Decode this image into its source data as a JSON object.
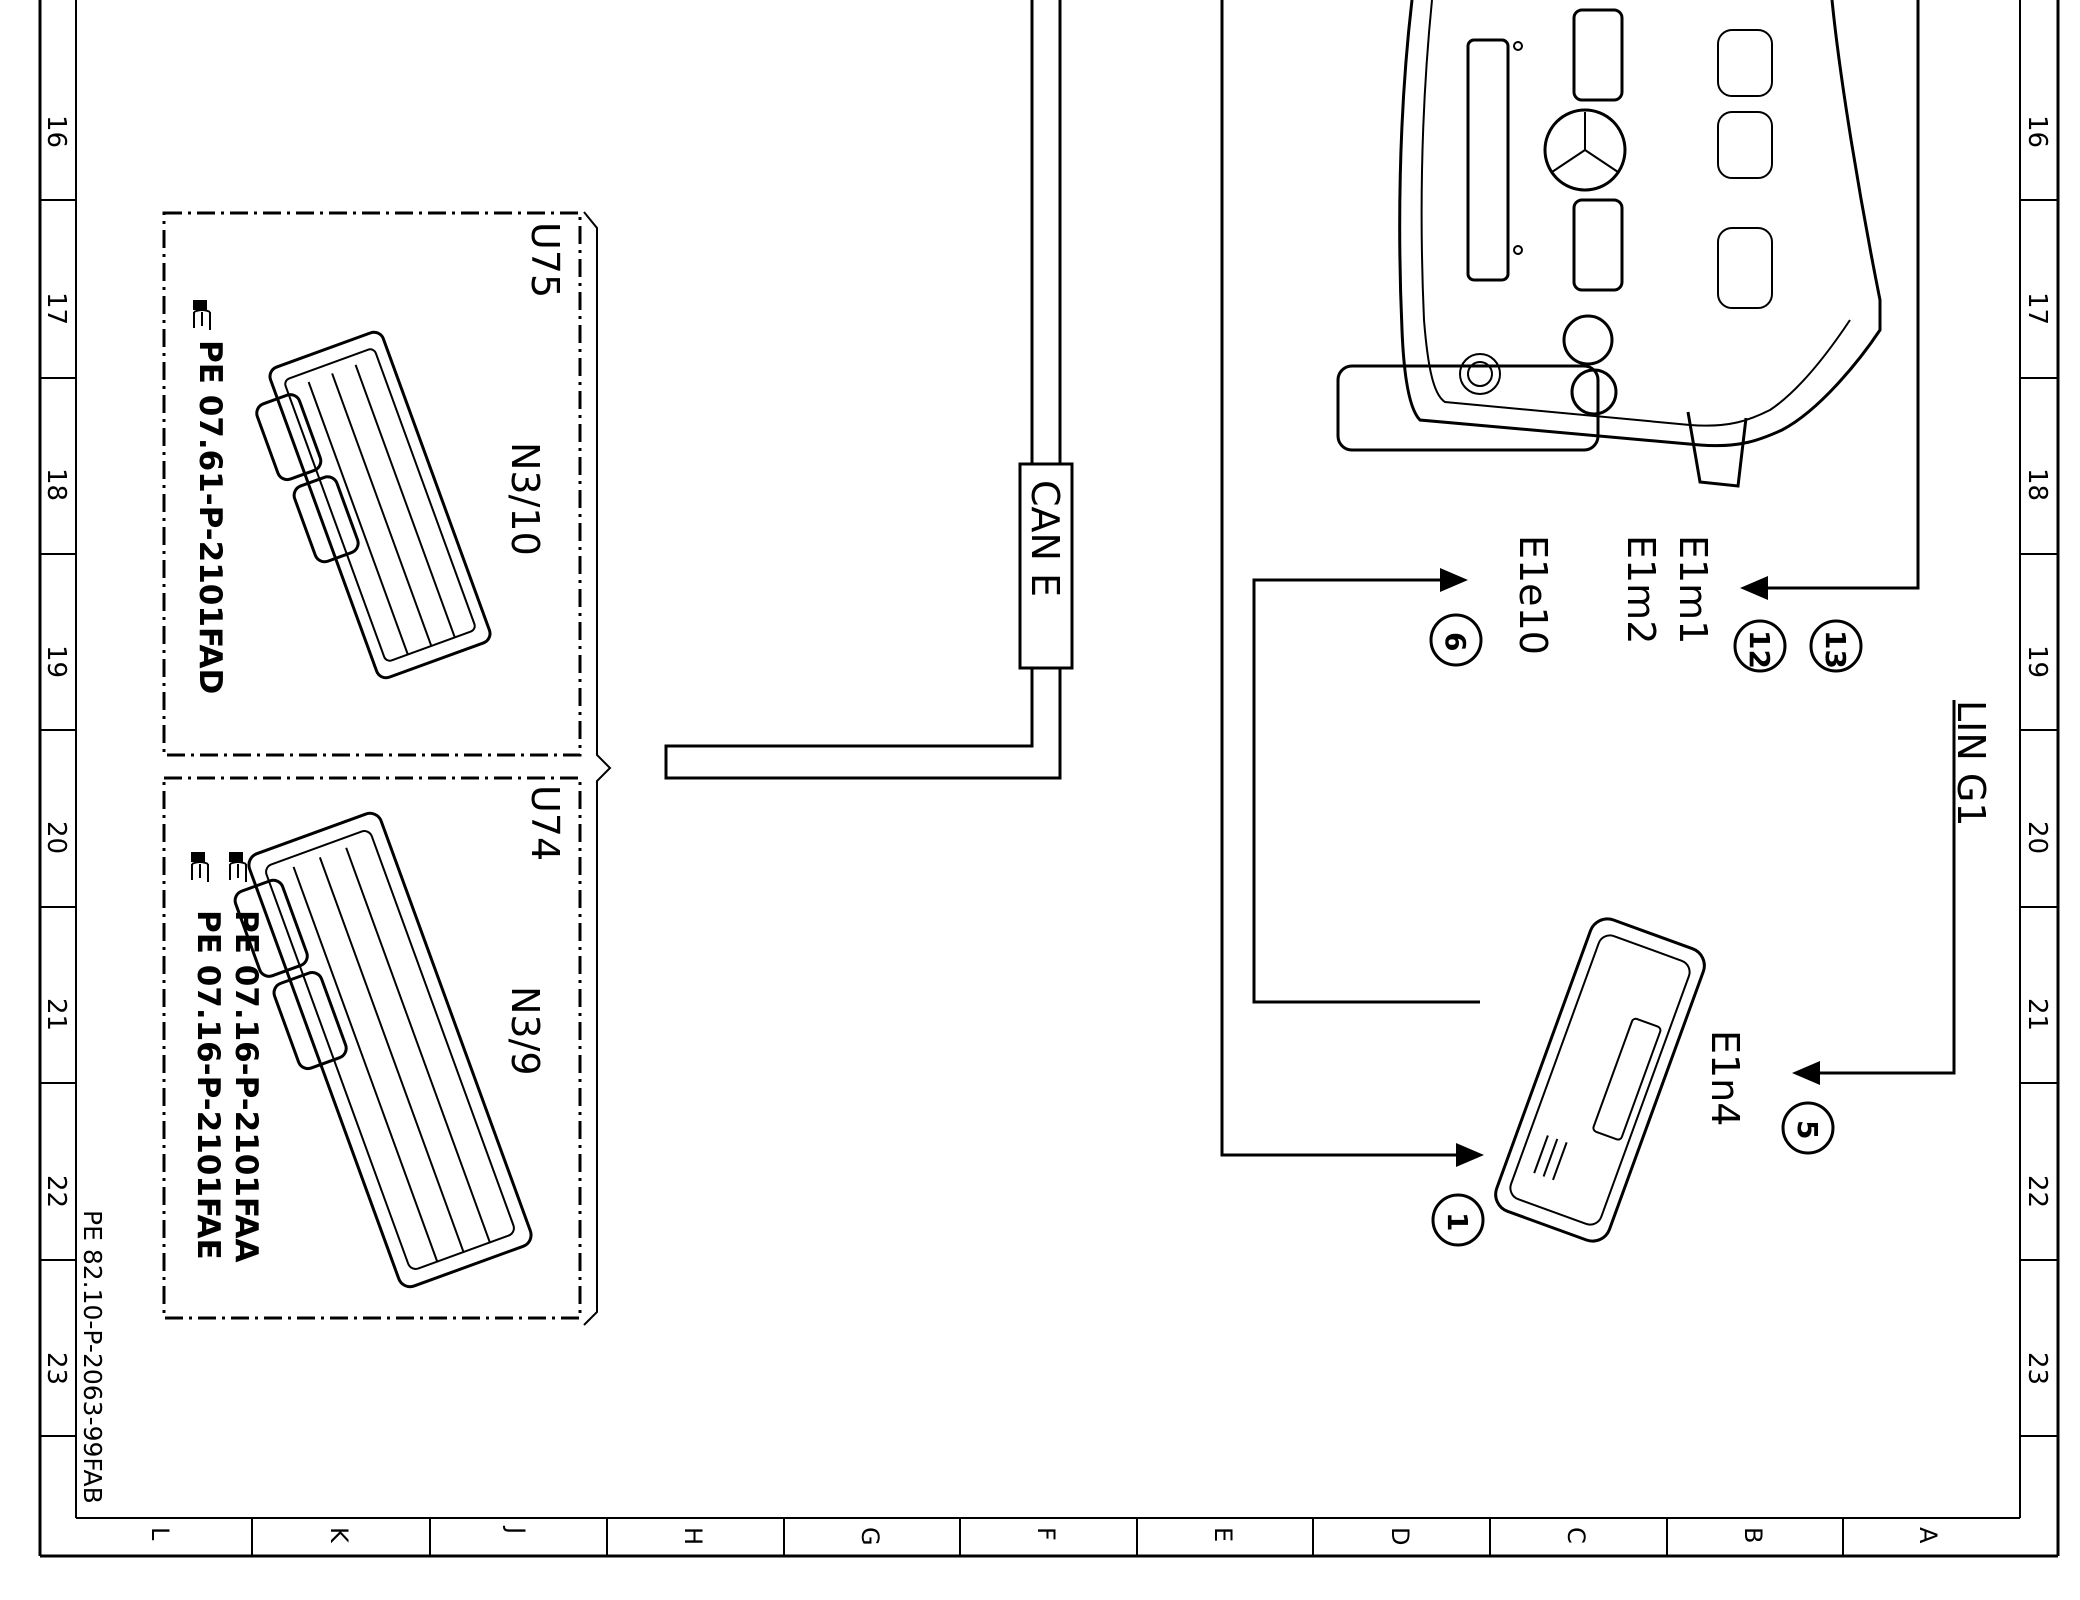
{
  "rulers": {
    "row_numbers": [
      "16",
      "17",
      "18",
      "19",
      "20",
      "21",
      "22",
      "23"
    ],
    "column_letters": [
      "L",
      "K",
      "J",
      "H",
      "G",
      "F",
      "E",
      "D",
      "C",
      "B",
      "A"
    ]
  },
  "modules": {
    "u75": {
      "code": "U75",
      "component": "N3/10",
      "refs": [
        "PE 07.61-P-2101FAD"
      ]
    },
    "u74": {
      "code": "U74",
      "component": "N3/9",
      "refs": [
        "PE 07.16-P-2101FAA",
        "PE 07.16-P-2101FAE"
      ]
    }
  },
  "buses": {
    "can": "CAN E",
    "lin": "LIN G1"
  },
  "components": {
    "e1m1": "E1m1",
    "e1m2": "E1m2",
    "e1e10": "E1e10",
    "e1n4": "E1n4"
  },
  "callouts": {
    "c13": "13",
    "c12": "12",
    "c6": "6",
    "c5": "5",
    "c1": "1"
  },
  "document_id": "PE 82.10-P-2063-99FAB"
}
